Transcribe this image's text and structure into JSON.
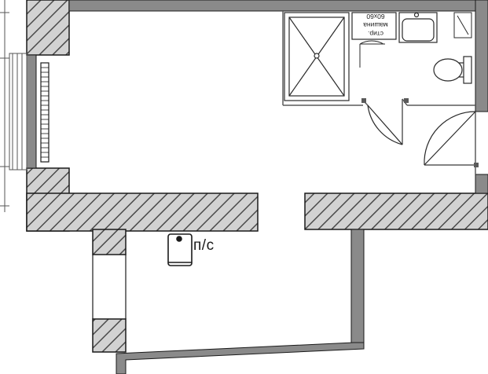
{
  "room_label": "п/с",
  "wm_label_line1": "стир. машина",
  "wm_label_line2": "60х60",
  "colors": {
    "wall_fill": "#d2d2d2",
    "wall_stroke": "#1a1a1a",
    "hatch": "#4a4a4a",
    "thin_wall": "#5a5a5a",
    "fixture": "#2a2a2a"
  }
}
